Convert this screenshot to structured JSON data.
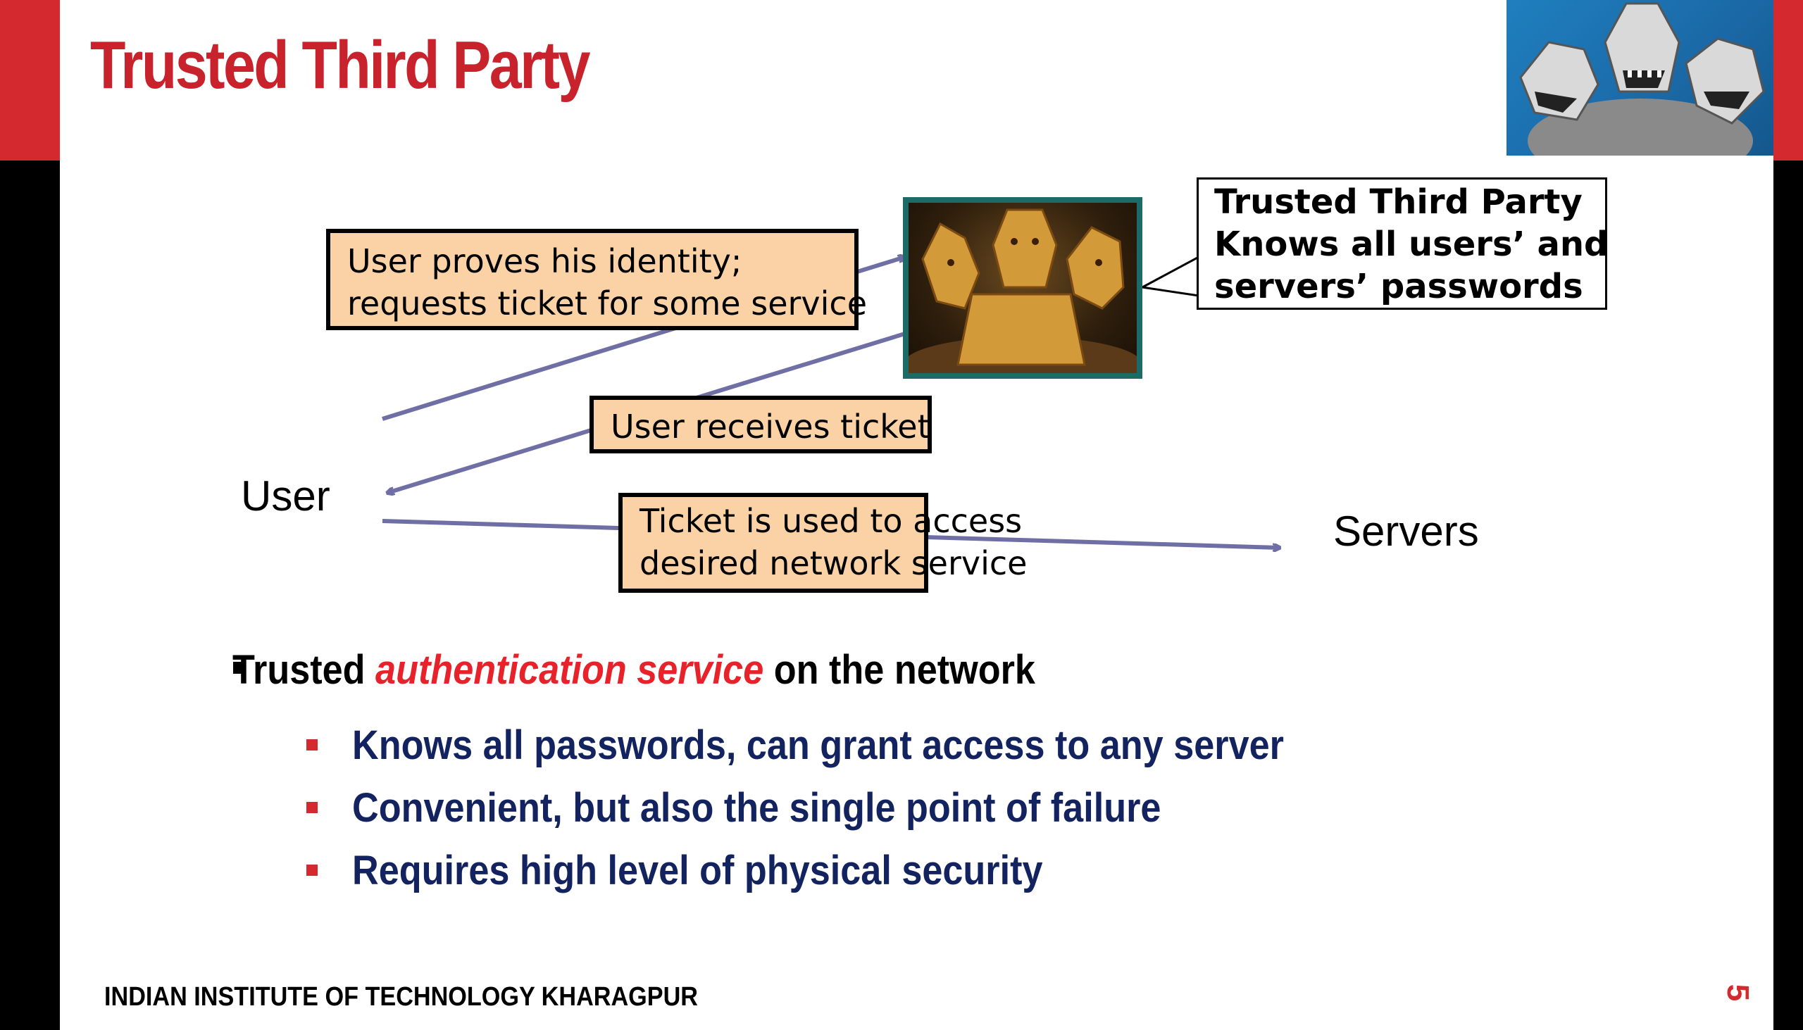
{
  "slide": {
    "title": "Trusted Third Party",
    "page_number": "5",
    "footer": "INDIAN INSTITUTE OF TECHNOLOGY KHARAGPUR"
  },
  "diagram": {
    "user_label": "User",
    "servers_label": "Servers",
    "request_box": [
      "User proves his identity;",
      "requests ticket for some service"
    ],
    "receive_box": "User receives ticket",
    "access_box": [
      "Ticket is used to access",
      "desired network service"
    ],
    "callout": [
      "Trusted Third Party",
      "Knows all users’ and",
      "servers’ passwords"
    ]
  },
  "bullets": {
    "main": {
      "before": "Trusted ",
      "highlight": "authentication service",
      "after": " on the network"
    },
    "sub": [
      "Knows all passwords, can grant access to any server",
      "Convenient, but also the single point of failure",
      "Requires high level of physical security"
    ]
  },
  "colors": {
    "brand_red": "#d42a2f",
    "title_red": "#c8232c",
    "box_fill": "#fbd2a6",
    "arrow": "#6f6fa6",
    "sub_bullet_text": "#13235f"
  }
}
